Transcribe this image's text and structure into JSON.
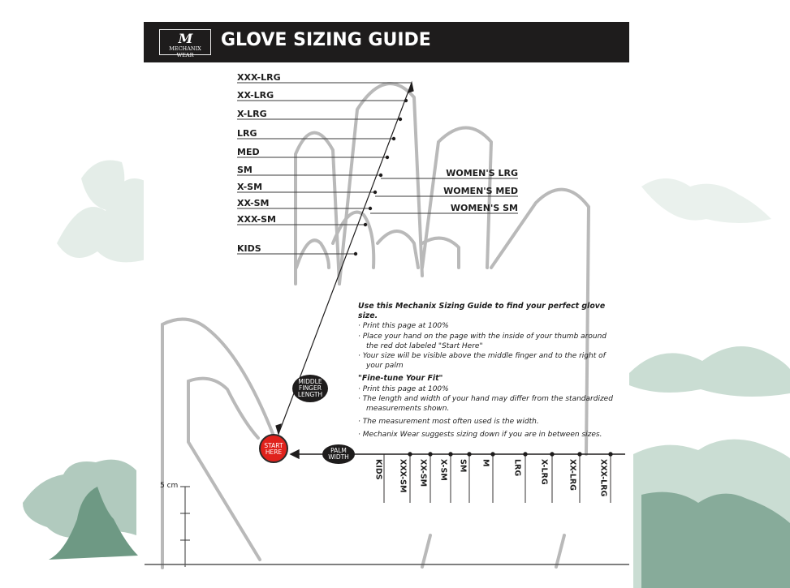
{
  "header": {
    "logo_mark": "M",
    "logo_text": "MECHANIX WEAR",
    "title": "GLOVE SIZING GUIDE"
  },
  "length_sizes": [
    {
      "label": "XXX-LRG"
    },
    {
      "label": "XX-LRG"
    },
    {
      "label": "X-LRG"
    },
    {
      "label": "LRG"
    },
    {
      "label": "MED"
    },
    {
      "label": "SM"
    },
    {
      "label": "X-SM"
    },
    {
      "label": "XX-SM"
    },
    {
      "label": "XXX-SM"
    },
    {
      "label": "KIDS"
    }
  ],
  "women_sizes": [
    {
      "label": "WOMEN'S LRG"
    },
    {
      "label": "WOMEN'S MED"
    },
    {
      "label": "WOMEN'S SM"
    }
  ],
  "markers": {
    "middle_finger": [
      "MIDDLE",
      "FINGER",
      "LENGTH"
    ],
    "palm_width": [
      "PALM",
      "WIDTH"
    ],
    "start": [
      "START",
      "HERE"
    ]
  },
  "instructions": {
    "heading": "Use this Mechanix Sizing Guide to find your perfect glove size.",
    "steps": [
      "· Print this page at 100%",
      "· Place your hand on the page with the inside of your thumb around the red dot labeled \"Start Here\"",
      "· Your size will be visible above the middle finger and to the right of your palm"
    ],
    "fine_tune_heading": "\"Fine-tune Your Fit\"",
    "fine_tune_steps": [
      "· Print this page at 100%",
      "· The length and width of your hand may differ from the standardized measurements shown.",
      "· The measurement most often used is the width.",
      "· Mechanix Wear suggests sizing down if you are in between sizes."
    ]
  },
  "width_sizes": [
    "KIDS",
    "XXX-SM",
    "XX-SM",
    "X-SM",
    "SM",
    "M",
    "LRG",
    "X-LRG",
    "XX-LRG",
    "XXX-LRG"
  ],
  "ruler": {
    "label": "5 cm"
  },
  "colors": {
    "header_bg": "#1e1c1c",
    "start_dot": "#e0221c",
    "hand_outline": "#b9b9b9",
    "tree_green": "#7fa593"
  }
}
